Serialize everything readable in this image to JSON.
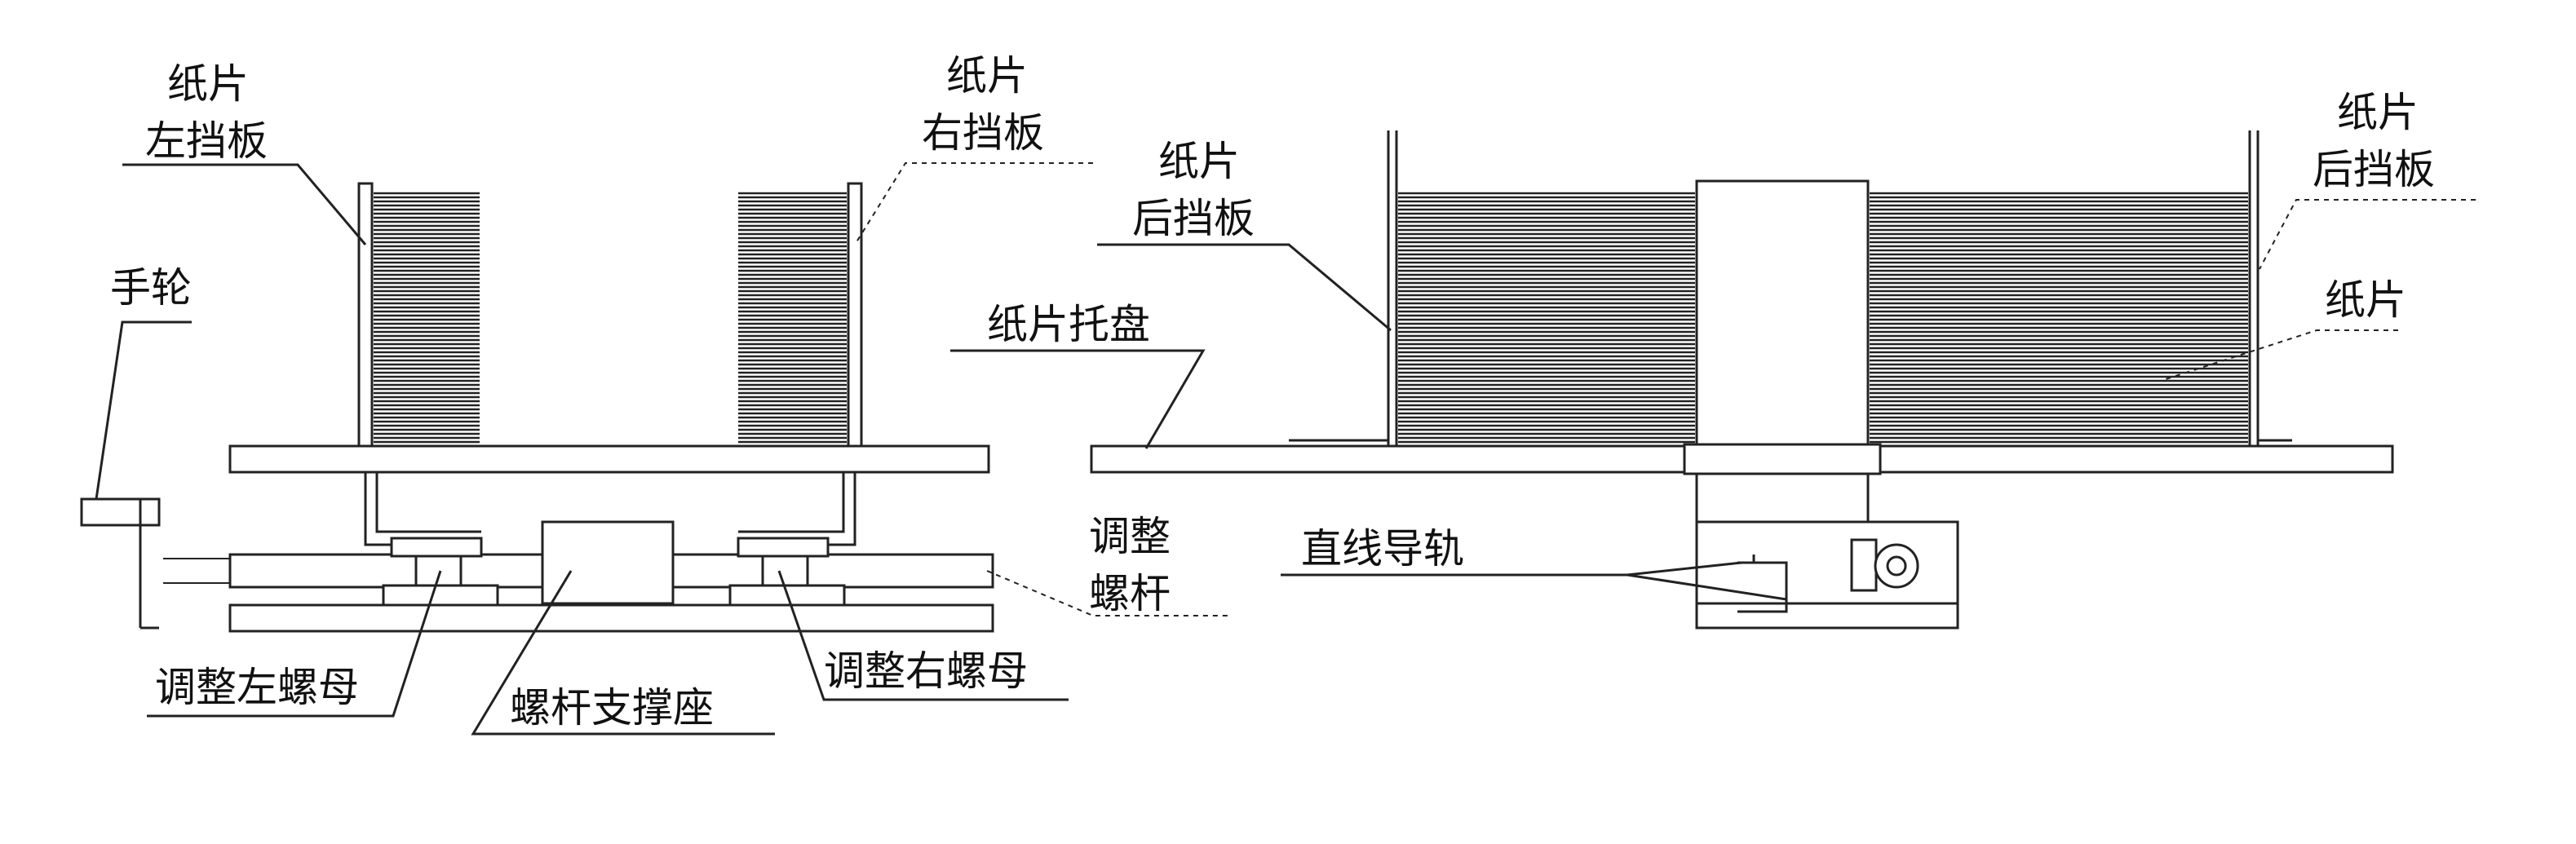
{
  "labels": {
    "left_paper_baffle": [
      "纸片",
      "左挡板"
    ],
    "right_paper_baffle": [
      "纸片",
      "右挡板"
    ],
    "handwheel": "手轮",
    "adjust_screw": [
      "调整",
      "螺杆"
    ],
    "adjust_left_nut": "调整左螺母",
    "screw_support_seat": "螺杆支撑座",
    "adjust_right_nut": "调整右螺母",
    "rear_baffle_left": [
      "纸片",
      "后挡板"
    ],
    "rear_baffle_right": [
      "纸片",
      "后挡板"
    ],
    "paper_tray": "纸片托盘",
    "paper_sheets": "纸片",
    "linear_guide": "直线导轨"
  },
  "colors": {
    "line": "#222222",
    "background": "#ffffff"
  }
}
